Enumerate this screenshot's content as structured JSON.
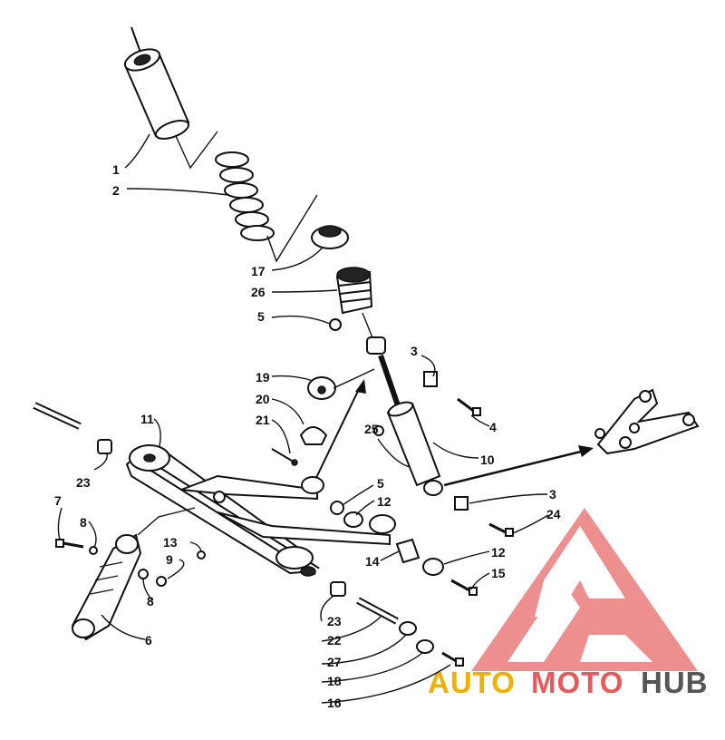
{
  "callouts": {
    "c1": "1",
    "c2": "2",
    "c17": "17",
    "c26": "26",
    "c5a": "5",
    "c3a": "3",
    "c19": "19",
    "c20": "20",
    "c21": "21",
    "c4": "4",
    "c25": "25",
    "c10": "10",
    "c11": "11",
    "c23a": "23",
    "c5b": "5",
    "c12a": "12",
    "c3b": "3",
    "c24": "24",
    "c7": "7",
    "c8a": "8",
    "c13": "13",
    "c9": "9",
    "c8b": "8",
    "c14": "14",
    "c12b": "12",
    "c15": "15",
    "c6": "6",
    "c23b": "23",
    "c22": "22",
    "c27": "27",
    "c18": "18",
    "c16": "16"
  },
  "watermark": {
    "part1": "AUTO",
    "part2": "MOTO",
    "part3": "HUB",
    "color_auto": "#f0b000",
    "color_moto": "#e85a5a",
    "color_hub": "#555555",
    "logo_color": "#e86a6a"
  }
}
